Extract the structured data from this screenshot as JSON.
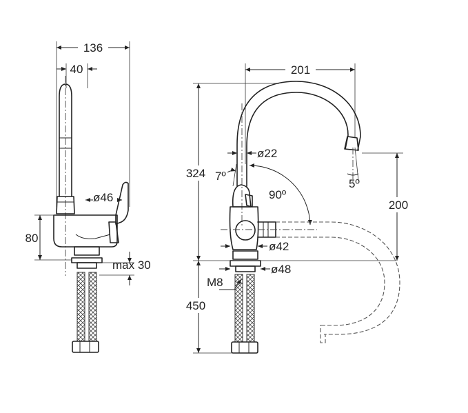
{
  "side_view": {
    "width_total": "136",
    "offset_axis": "40",
    "lever_diameter": "ø46",
    "body_height": "80",
    "max_thickness": "max 30"
  },
  "front_view": {
    "reach": "201",
    "total_height": "324",
    "spout_diameter": "ø22",
    "spout_tilt": "7º",
    "rotation": "90º",
    "outlet_angle": "5º",
    "outlet_height": "200",
    "body_diameter": "ø42",
    "base_diameter": "ø48",
    "thread": "M8",
    "hose_length": "450"
  }
}
